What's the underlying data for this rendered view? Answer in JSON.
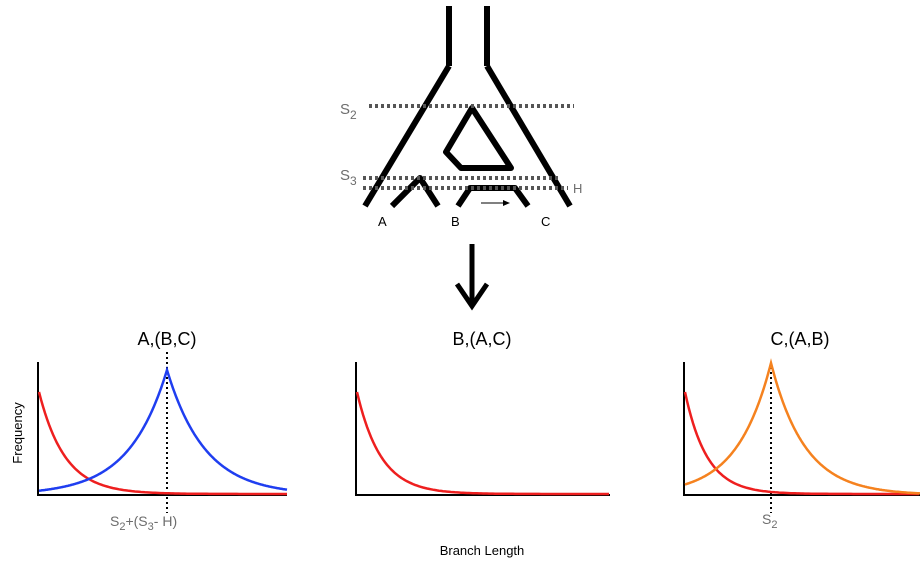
{
  "tree": {
    "s2_label": {
      "base": "S",
      "sub": "2"
    },
    "s3_label": {
      "base": "S",
      "sub": "3"
    },
    "h_label": "H",
    "tips": [
      "A",
      "B",
      "C"
    ]
  },
  "panels": [
    {
      "title": "A,(B,C)",
      "tick": {
        "p1": "S",
        "s1": "2",
        "p2": "+(S",
        "s2": "3",
        "p3": "- H)"
      },
      "curves": [
        "decay",
        "peak"
      ],
      "colors": {
        "decay": "#ee1f1f",
        "peak": "#1f3ef0"
      }
    },
    {
      "title": "B,(A,C)",
      "tick": null,
      "curves": [
        "decay"
      ],
      "colors": {
        "decay": "#ee1f1f"
      }
    },
    {
      "title": "C,(A,B)",
      "tick": {
        "p1": "S",
        "s1": "2"
      },
      "curves": [
        "decay",
        "peak"
      ],
      "colors": {
        "decay": "#ee1f1f",
        "peak": "#f5821f"
      }
    }
  ],
  "axes": {
    "ylabel": "Frequency",
    "xlabel": "Branch Length"
  }
}
